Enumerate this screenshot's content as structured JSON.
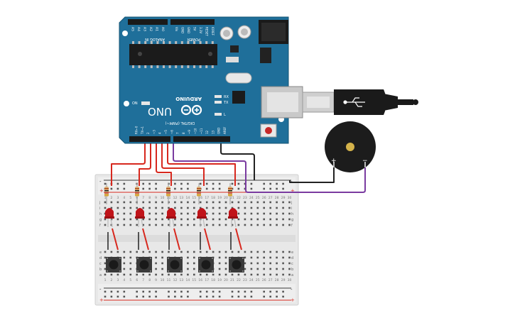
{
  "arduino": {
    "brand": "ARDUINO",
    "model": "UNO",
    "digital_header_label": "DIGITAL (PWM~)",
    "analog_header_label": "ANALOG IN",
    "power_header_label": "POWER",
    "led_on_label": "ON",
    "tx_label": "TX",
    "rx_label": "RX",
    "l_label": "L",
    "analog_pins": [
      "A0",
      "A1",
      "A2",
      "A3",
      "A4",
      "A5"
    ],
    "power_pins": [
      "IOREF",
      "RESET",
      "3.3V",
      "5V",
      "GND",
      "GND",
      "Vin"
    ],
    "digital_pins": [
      "AREF",
      "GND",
      "13",
      "12",
      "~11",
      "~10",
      "~9",
      "8",
      "7",
      "~6",
      "~5",
      "4",
      "~3",
      "2",
      "TX→1",
      "RX←0"
    ]
  },
  "breadboard": {
    "row_letters_top": [
      "j",
      "i",
      "h",
      "g",
      "f"
    ],
    "row_letters_bottom": [
      "e",
      "d",
      "c",
      "b",
      "a"
    ],
    "column_numbers": [
      "1",
      "2",
      "3",
      "4",
      "5",
      "6",
      "7",
      "8",
      "9",
      "10",
      "11",
      "12",
      "13",
      "14",
      "15",
      "16",
      "17",
      "18",
      "19",
      "20",
      "21",
      "22",
      "23",
      "24",
      "25",
      "26",
      "27",
      "28",
      "29",
      "30"
    ],
    "rail_plus": "+",
    "rail_minus": "-"
  },
  "buzzer": {
    "plus_label": "+",
    "minus_label": "−"
  },
  "components": {
    "led_count": 5,
    "button_count": 5,
    "resistor_count": 5
  },
  "colors": {
    "board_blue": "#1f6f9a",
    "wire_red": "#d7281e",
    "wire_black": "#222222",
    "wire_purple": "#7a3ba0",
    "led_red": "#c0141a"
  }
}
